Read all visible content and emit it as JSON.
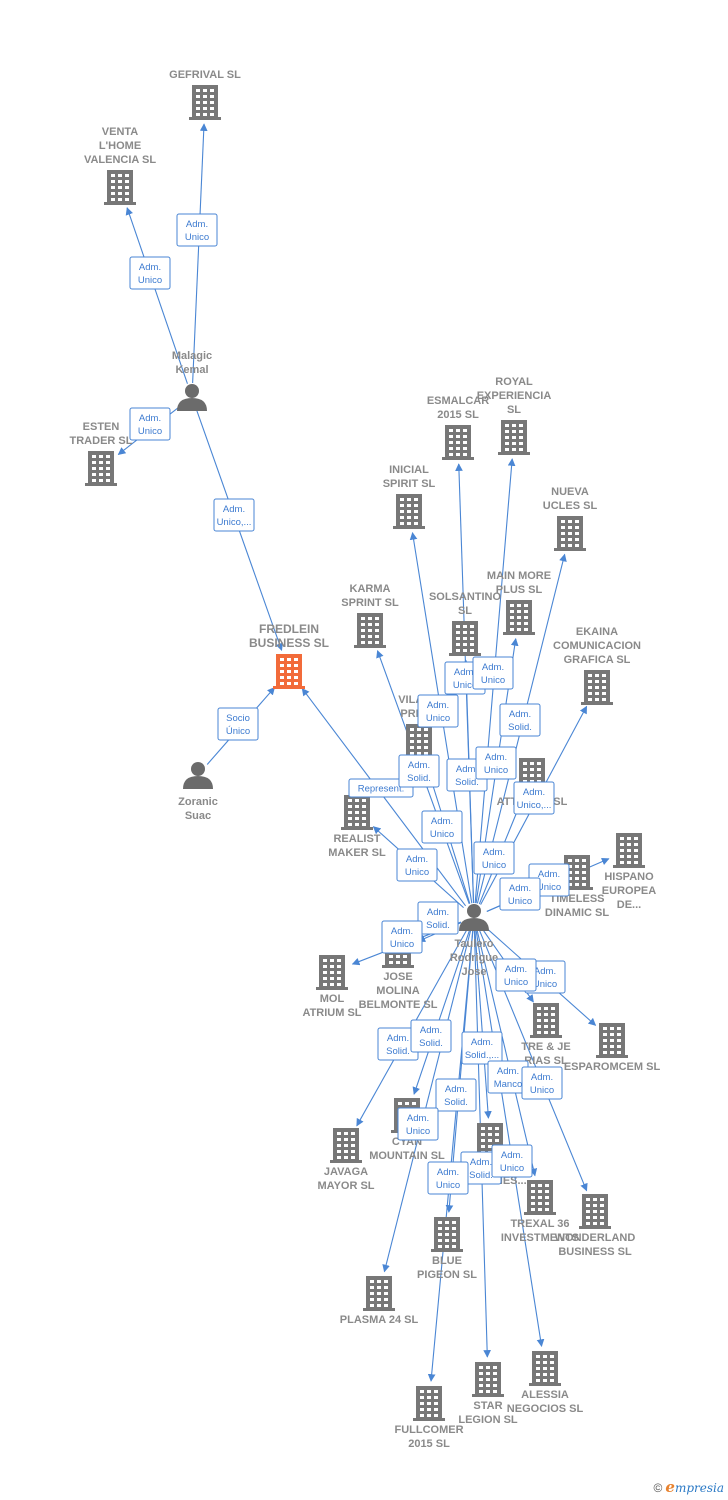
{
  "diagram": {
    "colors": {
      "company": "#777777",
      "focus": "#f26b3a",
      "person": "#6b6b6b",
      "edge": "#4a86d4",
      "badge_text": "#3d7bd0"
    },
    "nodes": [
      {
        "id": "gefrival",
        "kind": "company",
        "lines": [
          "GEFRIVAL SL"
        ]
      },
      {
        "id": "venta",
        "kind": "company",
        "lines": [
          "VENTA",
          "L'HOME",
          "VALENCIA SL"
        ]
      },
      {
        "id": "malagic",
        "kind": "person",
        "lines": [
          "Malagic",
          "Kemal"
        ]
      },
      {
        "id": "esten",
        "kind": "company",
        "lines": [
          "ESTEN",
          "TRADER SL"
        ]
      },
      {
        "id": "fredlein",
        "kind": "focus",
        "lines": [
          "FREDLEIN",
          "BUSINESS SL"
        ]
      },
      {
        "id": "zoranic",
        "kind": "person",
        "lines": [
          "Zoranic",
          "Suac"
        ]
      },
      {
        "id": "esmalcar",
        "kind": "company",
        "lines": [
          "ESMALCAR",
          "2015 SL"
        ]
      },
      {
        "id": "royal",
        "kind": "company",
        "lines": [
          "ROYAL",
          "EXPERIENCIA",
          "SL"
        ]
      },
      {
        "id": "inicial",
        "kind": "company",
        "lines": [
          "INICIAL",
          "SPIRIT SL"
        ]
      },
      {
        "id": "nueva",
        "kind": "company",
        "lines": [
          "NUEVA",
          "UCLES SL"
        ]
      },
      {
        "id": "karma",
        "kind": "company",
        "lines": [
          "KARMA",
          "SPRINT SL"
        ]
      },
      {
        "id": "solsantino",
        "kind": "company",
        "lines": [
          "SOLSANTINO",
          "SL"
        ]
      },
      {
        "id": "mainmore",
        "kind": "company",
        "lines": [
          "MAIN MORE",
          "PLUS SL"
        ]
      },
      {
        "id": "ekaina",
        "kind": "company",
        "lines": [
          "EKAINA",
          "COMUNICACION",
          "GRAFICA SL"
        ]
      },
      {
        "id": "vilano",
        "kind": "company",
        "lines": [
          "VILANO",
          "PRINCI"
        ]
      },
      {
        "id": "attitude",
        "kind": "company",
        "lines": [
          "ATTITUDE SL"
        ]
      },
      {
        "id": "realist",
        "kind": "company",
        "lines": [
          "REALIST",
          "MAKER SL"
        ]
      },
      {
        "id": "hispano",
        "kind": "company",
        "lines": [
          "HISPANO",
          "EUROPEA",
          "DE..."
        ]
      },
      {
        "id": "timeless",
        "kind": "company",
        "lines": [
          "TIMELESS",
          "DINAMIC SL"
        ]
      },
      {
        "id": "taulero",
        "kind": "person",
        "lines": [
          "Taulero",
          "Rodrigue",
          "Jose"
        ]
      },
      {
        "id": "josemolina",
        "kind": "company",
        "lines": [
          "JOSE",
          "MOLINA",
          "BELMONTE SL"
        ]
      },
      {
        "id": "mol",
        "kind": "company",
        "lines": [
          "MOL",
          "ATRIUM SL"
        ]
      },
      {
        "id": "treje",
        "kind": "company",
        "lines": [
          "TRE & JE",
          "RIAS SL"
        ]
      },
      {
        "id": "esparomcem",
        "kind": "company",
        "lines": [
          "ESPAROMCEM SL"
        ]
      },
      {
        "id": "javaga",
        "kind": "company",
        "lines": [
          "JAVAGA",
          "MAYOR SL"
        ]
      },
      {
        "id": "cyan",
        "kind": "company",
        "lines": [
          "CYAN",
          "MOUNTAIN SL"
        ]
      },
      {
        "id": "gestiones",
        "kind": "company",
        "lines": [
          "S",
          "GESTIONES..."
        ]
      },
      {
        "id": "trexal",
        "kind": "company",
        "lines": [
          "TREXAL 36",
          "INVESTMENTS"
        ]
      },
      {
        "id": "wonderland",
        "kind": "company",
        "lines": [
          "WONDERLAND",
          "BUSINESS SL"
        ]
      },
      {
        "id": "bluepigeon",
        "kind": "company",
        "lines": [
          "BLUE",
          "PIGEON SL"
        ]
      },
      {
        "id": "plasma",
        "kind": "company",
        "lines": [
          "PLASMA 24 SL"
        ]
      },
      {
        "id": "star",
        "kind": "company",
        "lines": [
          "STAR",
          "LEGION SL"
        ]
      },
      {
        "id": "alessia",
        "kind": "company",
        "lines": [
          "ALESSIA",
          "NEGOCIOS SL"
        ]
      },
      {
        "id": "fullcomer",
        "kind": "company",
        "lines": [
          "FULLCOMER",
          "2015 SL"
        ]
      }
    ],
    "edges": [
      {
        "from": "malagic",
        "to": "gefrival",
        "label": [
          "Adm.",
          "Unico"
        ]
      },
      {
        "from": "malagic",
        "to": "venta",
        "label": [
          "Adm.",
          "Unico"
        ]
      },
      {
        "from": "malagic",
        "to": "esten",
        "label": [
          "Adm.",
          "Unico"
        ]
      },
      {
        "from": "malagic",
        "to": "fredlein",
        "label": [
          "Adm.",
          "Unico,..."
        ]
      },
      {
        "from": "zoranic",
        "to": "fredlein",
        "label": [
          "Socio",
          "Único"
        ]
      },
      {
        "from": "taulero",
        "to": "fredlein",
        "label": [
          "Represent."
        ]
      },
      {
        "from": "taulero",
        "to": "esmalcar",
        "label": [
          "Adm.",
          "Unico"
        ]
      },
      {
        "from": "taulero",
        "to": "royal",
        "label": [
          "Adm.",
          "Unico"
        ]
      },
      {
        "from": "taulero",
        "to": "inicial",
        "label": [
          "Adm.",
          "Unico"
        ]
      },
      {
        "from": "taulero",
        "to": "nueva",
        "label": [
          "Adm.",
          "Solid."
        ]
      },
      {
        "from": "taulero",
        "to": "karma",
        "label": [
          "Adm.",
          "Solid."
        ]
      },
      {
        "from": "taulero",
        "to": "solsantino",
        "label": [
          "Adm.",
          "Solid."
        ]
      },
      {
        "from": "taulero",
        "to": "mainmore",
        "label": [
          "Adm.",
          "Unico"
        ]
      },
      {
        "from": "taulero",
        "to": "ekaina",
        "label": [
          "Adm.",
          "Unico,..."
        ]
      },
      {
        "from": "taulero",
        "to": "vilano",
        "label": [
          "Adm.",
          "Unico"
        ]
      },
      {
        "from": "taulero",
        "to": "attitude",
        "label": [
          "Adm.",
          "Unico"
        ]
      },
      {
        "from": "taulero",
        "to": "realist",
        "label": [
          "Adm.",
          "Unico"
        ]
      },
      {
        "from": "taulero",
        "to": "hispano",
        "label": [
          "Adm.",
          "Unico"
        ]
      },
      {
        "from": "taulero",
        "to": "timeless",
        "label": [
          "Adm.",
          "Unico"
        ]
      },
      {
        "from": "taulero",
        "to": "josemolina",
        "label": [
          "Adm.",
          "Solid."
        ]
      },
      {
        "from": "taulero",
        "to": "mol",
        "label": [
          "Adm.",
          "Unico"
        ]
      },
      {
        "from": "taulero",
        "to": "treje",
        "label": [
          "Adm.",
          "Unico"
        ]
      },
      {
        "from": "taulero",
        "to": "esparomcem",
        "label": [
          "Adm.",
          "Unico"
        ]
      },
      {
        "from": "taulero",
        "to": "javaga",
        "label": [
          "Adm.",
          "Solid."
        ]
      },
      {
        "from": "taulero",
        "to": "cyan",
        "label": [
          "Adm.",
          "Solid."
        ]
      },
      {
        "from": "taulero",
        "to": "gestiones",
        "label": [
          "Adm.",
          "Solid.,..."
        ]
      },
      {
        "from": "taulero",
        "to": "trexal",
        "label": [
          "Adm.",
          "Manco"
        ]
      },
      {
        "from": "taulero",
        "to": "wonderland",
        "label": [
          "Adm.",
          "Unico"
        ]
      },
      {
        "from": "taulero",
        "to": "bluepigeon",
        "label": [
          "Adm.",
          "Solid."
        ]
      },
      {
        "from": "taulero",
        "to": "plasma",
        "label": [
          "Adm.",
          "Unico"
        ]
      },
      {
        "from": "taulero",
        "to": "star",
        "label": [
          "Adm.",
          "Solid."
        ]
      },
      {
        "from": "taulero",
        "to": "alessia",
        "label": [
          "Adm.",
          "Unico"
        ]
      },
      {
        "from": "taulero",
        "to": "fullcomer",
        "label": [
          "Adm.",
          "Unico"
        ]
      }
    ]
  },
  "footer": {
    "copyright": "©",
    "brand_initial": "e",
    "brand_rest": "mpresia"
  }
}
